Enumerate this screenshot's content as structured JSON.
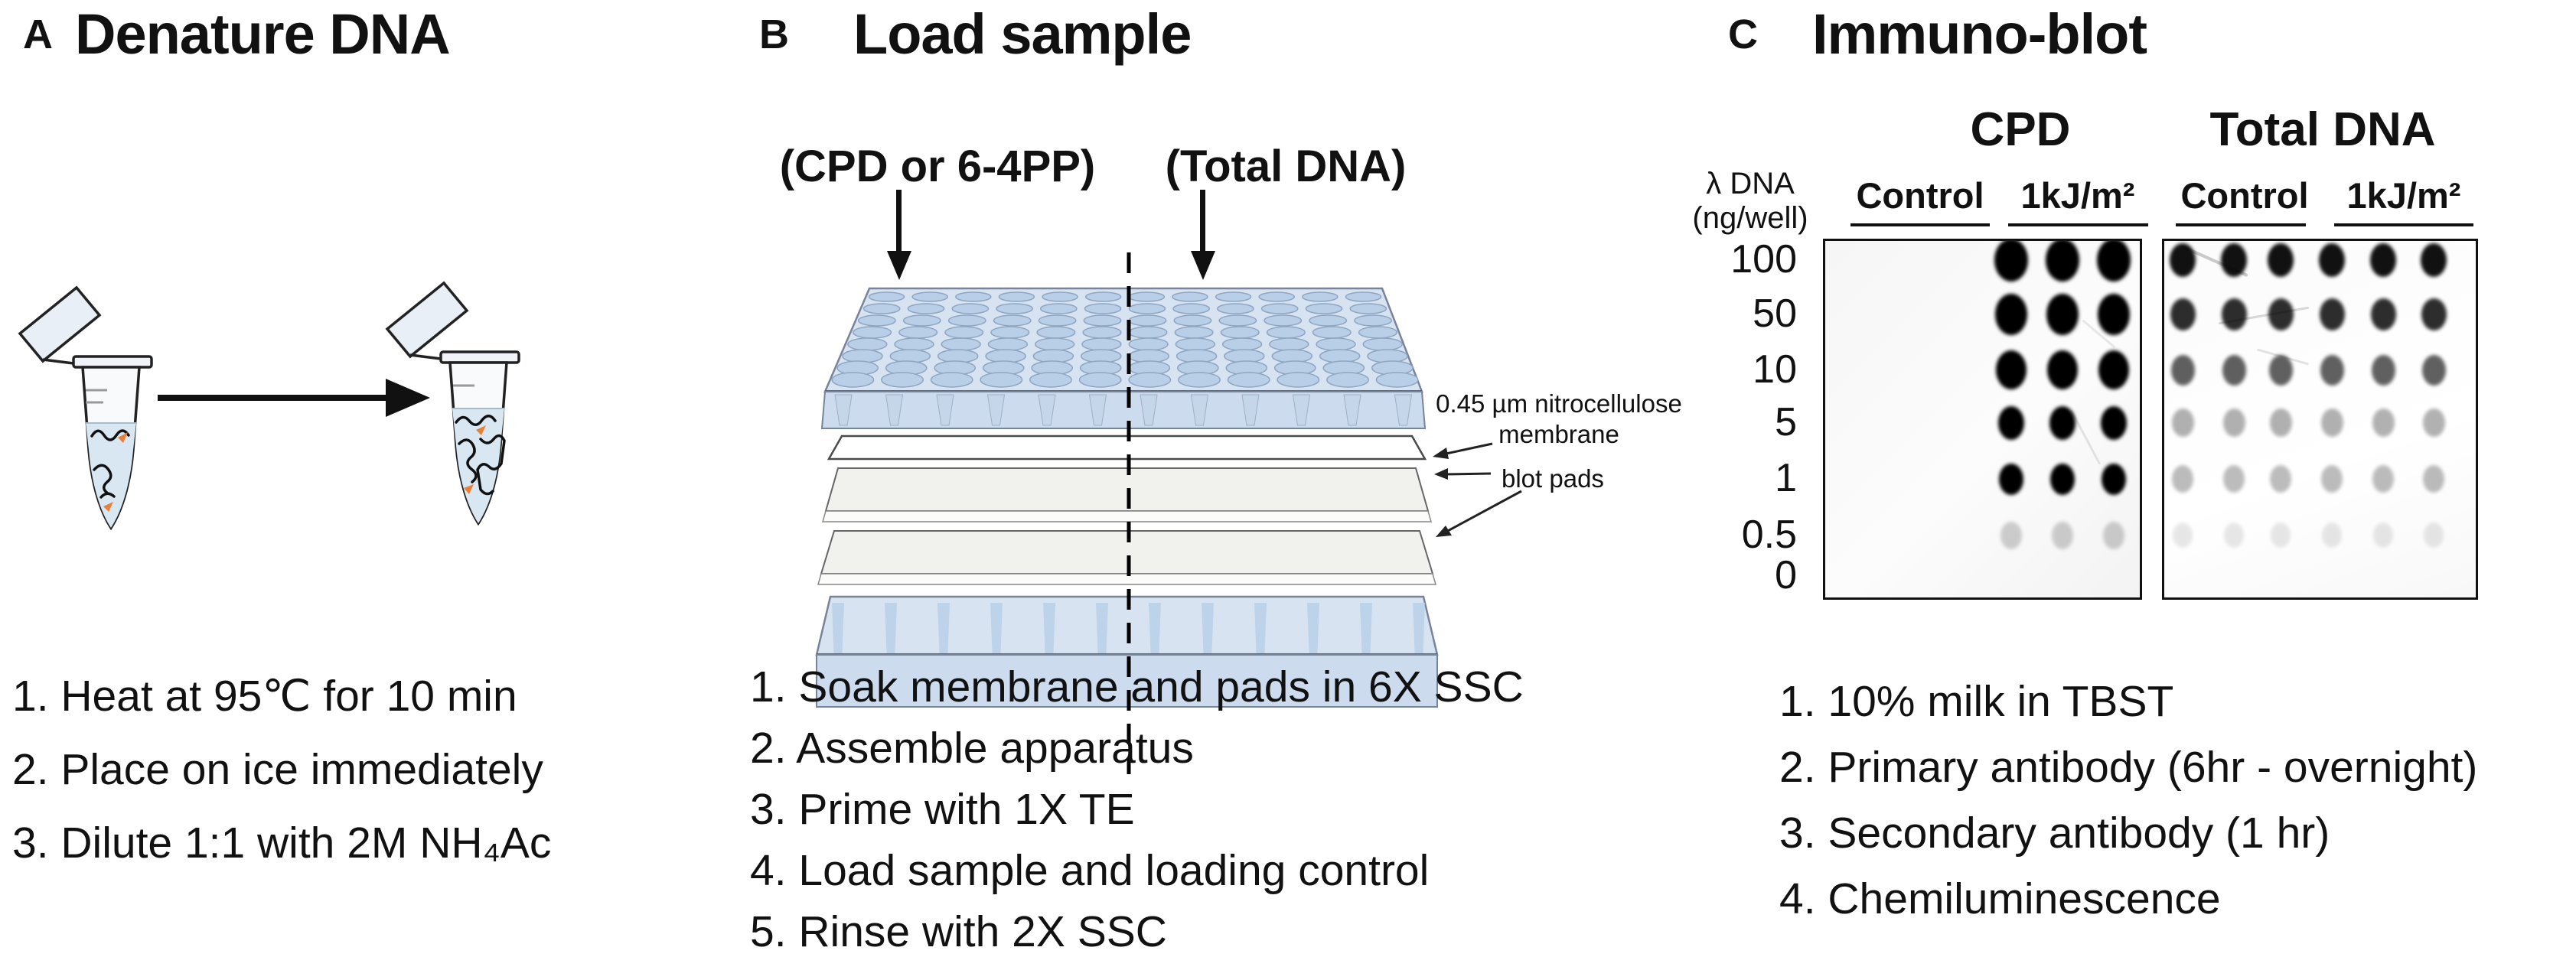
{
  "panels": {
    "a": {
      "letter": "A",
      "title": "Denature DNA",
      "steps": [
        "1. Heat at 95℃ for 10 min",
        "2. Place on ice immediately",
        "3. Dilute 1:1 with 2M NH₄Ac"
      ]
    },
    "b": {
      "letter": "B",
      "title": "Load sample",
      "left_stack_label": "(CPD or 6-4PP)",
      "right_stack_label": "(Total DNA)",
      "membrane_note_line1": "0.45 µm nitrocellulose",
      "membrane_note_line2": "membrane",
      "pads_note": "blot pads",
      "steps": [
        "1. Soak membrane and pads in 6X SSC",
        "2. Assemble apparatus",
        "3. Prime with 1X TE",
        "4. Load sample and loading control",
        "5. Rinse with 2X SSC"
      ]
    },
    "c": {
      "letter": "C",
      "title": "Immuno-blot",
      "yaxis_line1": "λ DNA",
      "yaxis_line2": "(ng/well)",
      "group1": "CPD",
      "group2": "Total DNA",
      "cond1": "Control",
      "cond2": "1kJ/m²",
      "cond3": "Control",
      "cond4": "1kJ/m²",
      "row_labels": [
        "100",
        "50",
        "10",
        "5",
        "1",
        "0.5",
        "0"
      ],
      "steps": [
        "1. 10% milk in TBST",
        "2. Primary antibody (6hr - overnight)",
        "3. Secondary antibody (1 hr)",
        "4. Chemiluminescence"
      ]
    }
  },
  "blot": {
    "row_ng_per_well": [
      "100",
      "50",
      "10",
      "5",
      "1",
      "0.5",
      "0"
    ],
    "row_centers": [
      25,
      96,
      169,
      238,
      311,
      385,
      450
    ],
    "cpd": {
      "control_cols": [
        70,
        137,
        204
      ],
      "treated_cols": [
        243,
        310,
        377
      ],
      "control_intensity": [
        0,
        0,
        0,
        0,
        0,
        0,
        0
      ],
      "treated_intensity": [
        1,
        1,
        1,
        1,
        1,
        0.18,
        0
      ],
      "treated_size": [
        44,
        42,
        40,
        34,
        32,
        28,
        0
      ]
    },
    "total": {
      "cols": [
        24,
        91,
        152,
        219,
        286,
        352
      ],
      "intensity": [
        0.93,
        0.82,
        0.62,
        0.3,
        0.26,
        0.09,
        0
      ],
      "size": [
        34,
        33,
        31,
        29,
        28,
        26,
        0
      ]
    }
  },
  "colors": {
    "plate_fill": "#d8e3f2",
    "well_fill": "#b9cfe7",
    "liquid": "#d9e7f3",
    "dna_marker": "#e8803a",
    "dot": "#000000"
  }
}
